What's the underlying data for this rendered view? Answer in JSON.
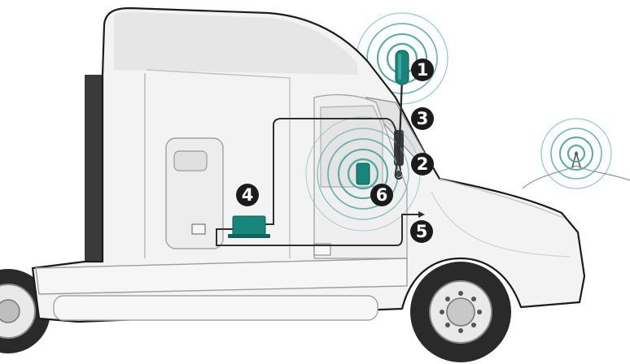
{
  "diagram": {
    "callouts": [
      {
        "id": "outside-antenna",
        "number": "1"
      },
      {
        "id": "mount-cable-point",
        "number": "2"
      },
      {
        "id": "cable-run",
        "number": "3"
      },
      {
        "id": "amplifier",
        "number": "4"
      },
      {
        "id": "power-supply",
        "number": "5"
      },
      {
        "id": "inside-antenna",
        "number": "6"
      }
    ],
    "colors": {
      "teal": "#18857c",
      "signal_ring": "#53aca4",
      "cable": "#2f2f2f",
      "callout_badge": "#1b1b1b",
      "truck_body": "#f3f3f3",
      "truck_outline": "#1c1c1c",
      "tire": "#2a2a2a",
      "rim": "#e9e9e9"
    },
    "icons": {
      "cell_tower": "cell-tower-icon",
      "signal": "signal-waves-icon"
    }
  }
}
